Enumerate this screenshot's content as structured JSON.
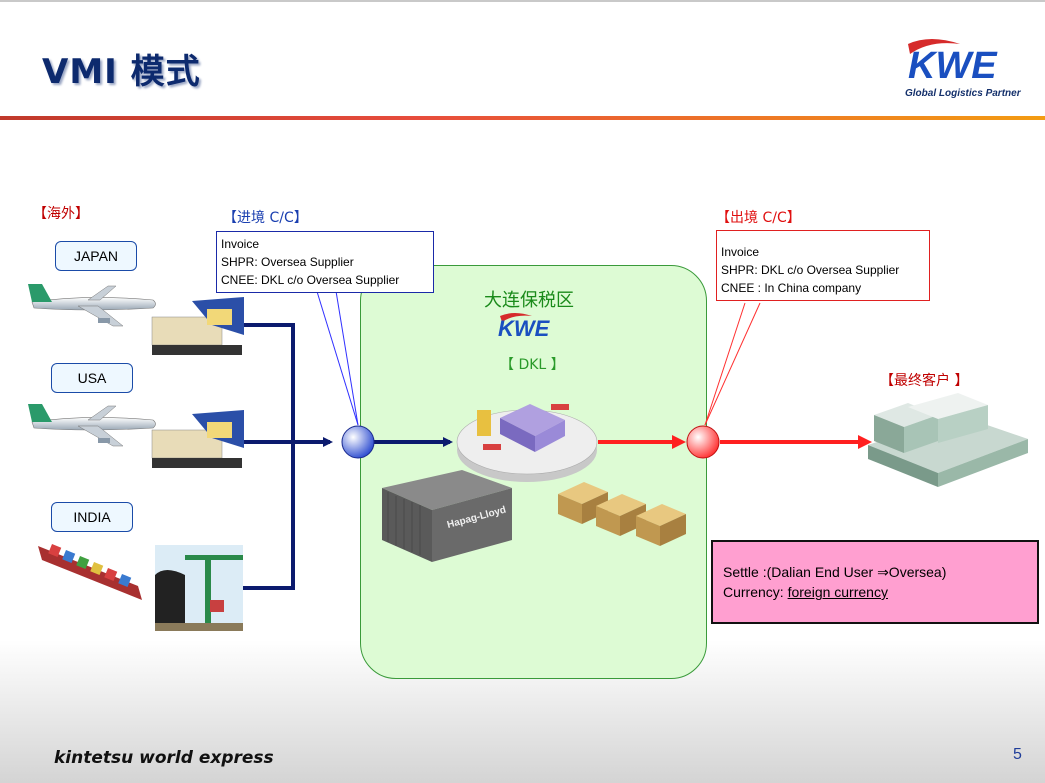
{
  "title": "VMI 模式",
  "logo": {
    "wordmark": "KWE",
    "tagline": "Global Logistics Partner"
  },
  "labels": {
    "overseas": "【海外】",
    "import_cc": "【进境 C/C】",
    "export_cc": "【出境 C/C】",
    "final_customer": "【最终客户 】",
    "bonded_zone": "大连保税区",
    "dkl": "【 DKL 】",
    "kwe_small": "KWE"
  },
  "regions": [
    "JAPAN",
    "USA",
    "INDIA"
  ],
  "import_note": {
    "line1": "Invoice",
    "line2": "SHPR:  Oversea Supplier",
    "line3": "CNEE:  DKL c/o Oversea Supplier"
  },
  "export_note": {
    "line1": "Invoice",
    "line2": "SHPR:  DKL c/o Oversea Supplier",
    "line3": "CNEE : In China company"
  },
  "settle": {
    "line1": "Settle :(Dalian End User ⇒Oversea)",
    "currency_label": "Currency: ",
    "currency_value": " foreign currency"
  },
  "container_text": "Hapag-Lloyd",
  "footer": {
    "brand": "kintetsu world express",
    "page": "5"
  },
  "colors": {
    "import_flow": "#0b1a6e",
    "export_flow": "#ff2020",
    "bonded_fill": "#ddfbd4",
    "settle_fill": "#ff9fd0",
    "overseas_label": "#c00000",
    "import_label": "#1a3fb0",
    "export_label": "#e01010"
  }
}
